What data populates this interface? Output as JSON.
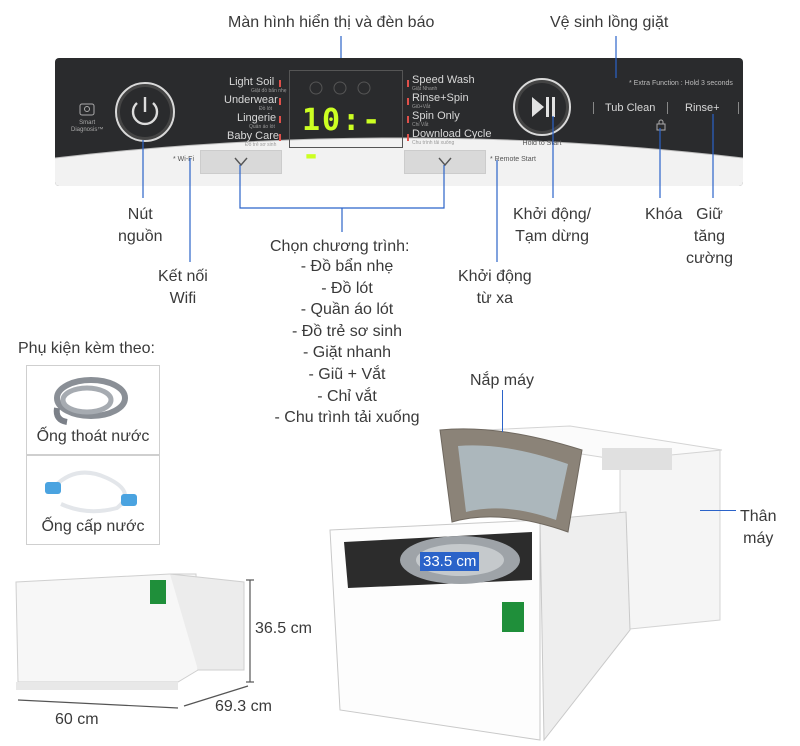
{
  "panel_labels": {
    "display_and_indicators": "Màn hình hiển thị và đèn báo",
    "tub_clean_top": "Vệ sinh lồng giặt",
    "power": "Nút\nnguồn",
    "wifi": "Kết nối\nWifi",
    "program_select_title": "Chọn chương trình:",
    "programs": [
      "- Đồ bẩn nhẹ",
      "- Đồ lót",
      "- Quần áo lót",
      "- Đồ trẻ sơ sinh",
      "- Giặt nhanh",
      "- Giũ + Vắt",
      "- Chỉ vắt",
      "- Chu trình tải xuống"
    ],
    "remote_start": "Khởi động\ntừ xa",
    "start_pause": "Khởi động/\nTạm dừng",
    "lock": "Khóa",
    "rinse_plus": "Giữ\ntăng\ncường"
  },
  "control_panel": {
    "smart_diagnosis": "Smart\nDiagnosis™",
    "left_programs": [
      "Light Soil",
      "Underwear",
      "Lingerie",
      "Baby Care"
    ],
    "left_programs_sub": [
      "Giặt đồ bẩn nhẹ",
      "Đồ lót",
      "Quần áo lót",
      "Đồ trẻ sơ sinh"
    ],
    "right_programs": [
      "Speed Wash",
      "Rinse+Spin",
      "Spin Only",
      "Download Cycle"
    ],
    "right_programs_sub": [
      "Giặt Nhanh",
      "Giũ+Vắt",
      "Chỉ Vắt",
      "Chu trình tải xuống"
    ],
    "display_digits": "10:--",
    "wifi_small": "* Wi-Fi",
    "remote_small": "* Remote Start",
    "hold_to_start": "Hold to Start",
    "extra_function": "* Extra Function : Hold 3 seconds",
    "tub_clean": "Tub Clean",
    "rinse_plus_btn": "Rinse+"
  },
  "accessories": {
    "title": "Phụ kiện kèm theo:",
    "items": [
      "Ống thoát nước",
      "Ống cấp nước"
    ]
  },
  "machine": {
    "lid": "Nắp máy",
    "body": "Thân\nmáy",
    "drum_diameter": "33.5 cm"
  },
  "dimensions": {
    "height": "36.5 cm",
    "width": "60 cm",
    "depth": "69.3 cm"
  },
  "colors": {
    "panel": "#2a2b2d",
    "segment": "#ccff22",
    "pointer": "#2b63c9",
    "indicator": "#e0504a"
  }
}
